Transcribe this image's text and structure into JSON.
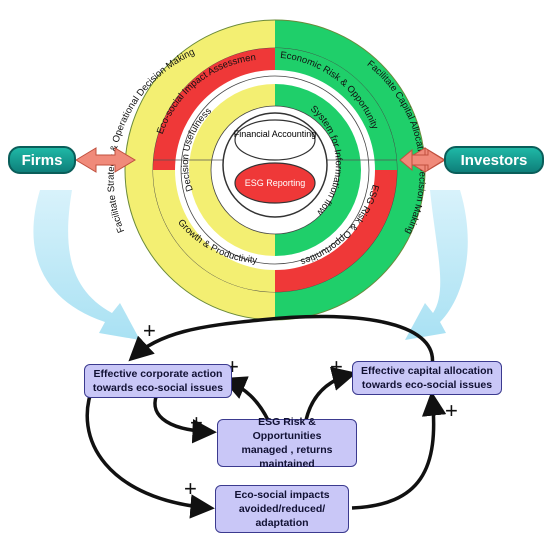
{
  "actors": {
    "left": "Firms",
    "right": "Investors"
  },
  "center": {
    "top": "Financial Accounting",
    "bottom": "ESG Reporting"
  },
  "outer_ring": {
    "left": "Facilitate Strategic & Operational Decision Making",
    "right": "Facilitate Capital Allocation Decision Making"
  },
  "middle_ring": {
    "top_left": "Eco-social Impact Assessment",
    "top_right": "Economic Risk & Opportunity",
    "bottom_right": "ESG Risk & Opportunities",
    "bottom_left": "Growth & Productivity"
  },
  "inner_ring": {
    "left": "Decision Usefulness",
    "right": "System for Information flow"
  },
  "boxes": {
    "corporate_action": "Effective corporate action\ntowards eco-social issues",
    "capital_allocation": "Effective capital allocation\ntowards eco-social issues",
    "esg_managed": "ESG Risk & Opportunities\nmanaged , returns\nmaintained",
    "impacts": "Eco-social impacts\navoided/reduced/\nadaptation"
  },
  "plus_sign": "+",
  "colors": {
    "yellow": "#f3ef72",
    "green": "#1fcf6a",
    "red": "#ef3838",
    "teal": "#149a90",
    "box_fill": "#c9c7f7",
    "sky": "#bfe9f7"
  }
}
